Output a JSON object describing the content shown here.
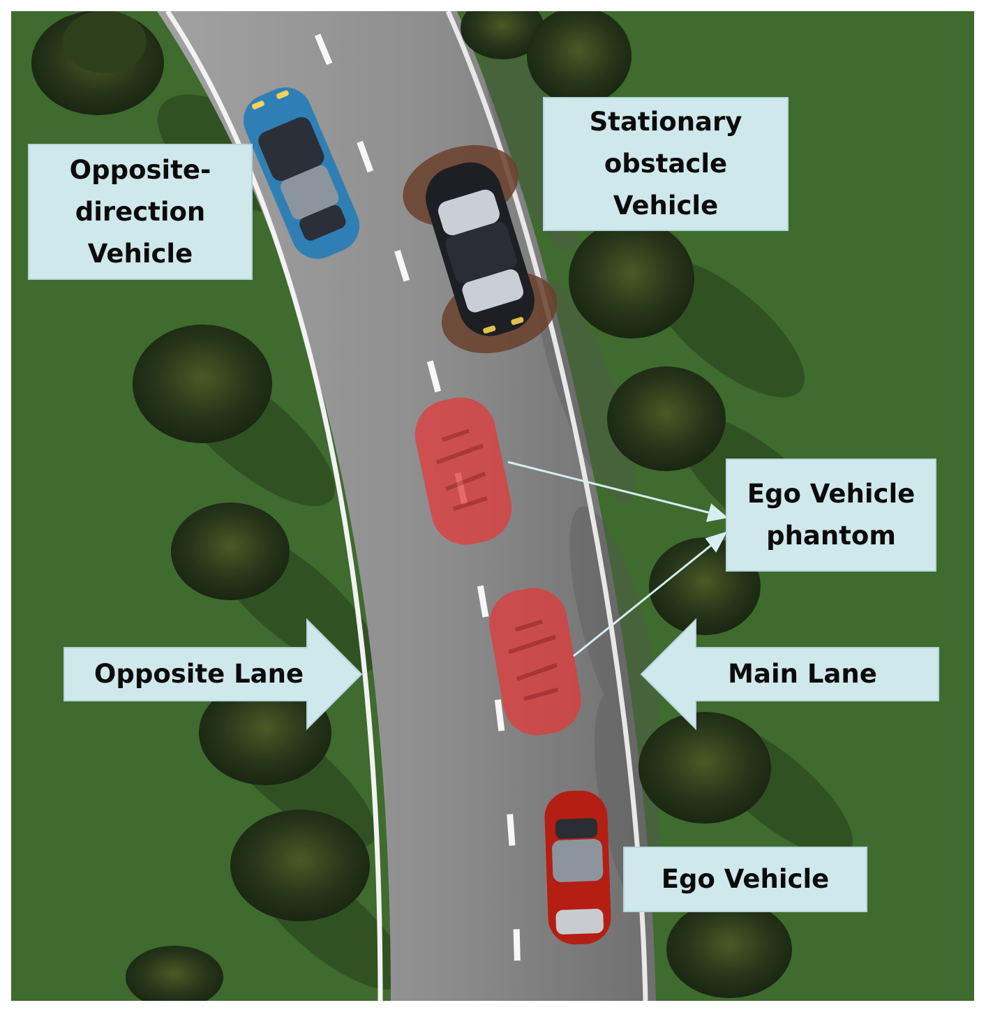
{
  "labels": {
    "stationary": [
      "Stationary",
      "obstacle",
      "Vehicle"
    ],
    "opposite_vehicle": [
      "Opposite-",
      "direction",
      "Vehicle"
    ],
    "phantom": [
      "Ego Vehicle",
      "phantom"
    ],
    "opposite_lane": "Opposite Lane",
    "main_lane": "Main Lane",
    "ego": "Ego Vehicle"
  },
  "colors": {
    "grass": "#3f6b2e",
    "road": "#8f8f8f",
    "label_fill": "#cfe8ec",
    "blue_car": "#2f7fb5",
    "black_car": "#1d1f24",
    "ego_car": "#b51e12",
    "phantom_car": "#e23a3a"
  }
}
